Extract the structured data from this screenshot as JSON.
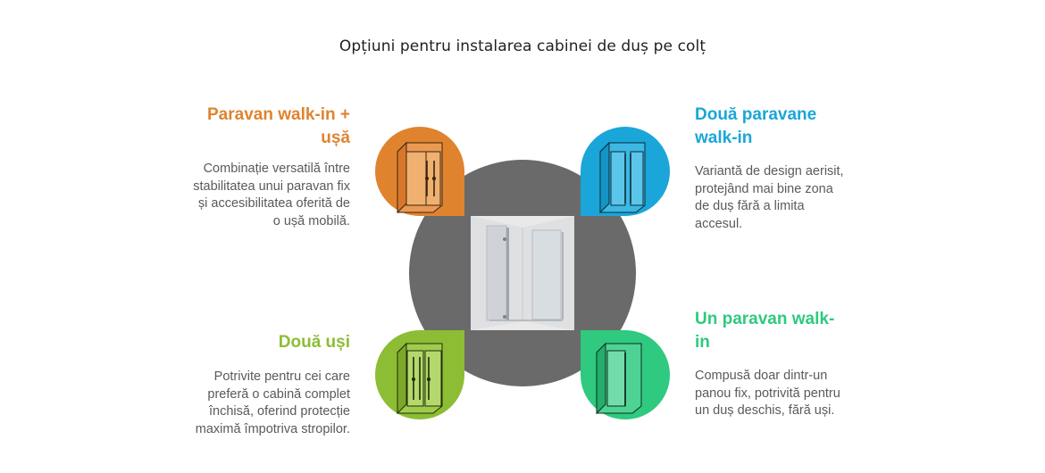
{
  "title": "Opțiuni pentru instalarea cabinei de duș pe colț",
  "colors": {
    "orange": "#e0832f",
    "blue": "#1aa6d8",
    "lime": "#8cbd34",
    "green": "#2fc97f",
    "hub": "#6a6a6a",
    "text": "#5a5a5a"
  },
  "options": [
    {
      "id": "top-left",
      "heading": "Paravan walk-in + ușă",
      "description": "Combinație versatilă între stabilitatea unui paravan fix și accesibilitatea oferită de o ușă mobilă.",
      "icon": "walk-in-panel-plus-door-icon"
    },
    {
      "id": "top-right",
      "heading": "Două paravane walk-in",
      "description": "Variantă de design aerisit, protejând mai bine zona de duș fără a limita accesul.",
      "icon": "two-walk-in-panels-icon"
    },
    {
      "id": "bottom-left",
      "heading": "Două uși",
      "description": "Potrivite pentru cei care preferă o cabină complet închisă, oferind protecție maximă împotriva stropilor.",
      "icon": "two-doors-icon"
    },
    {
      "id": "bottom-right",
      "heading": "Un paravan walk-in",
      "description": "Compusă doar dintr-un panou fix, potrivită pentru un duș deschis, fără uși.",
      "icon": "single-walk-in-panel-icon"
    }
  ]
}
